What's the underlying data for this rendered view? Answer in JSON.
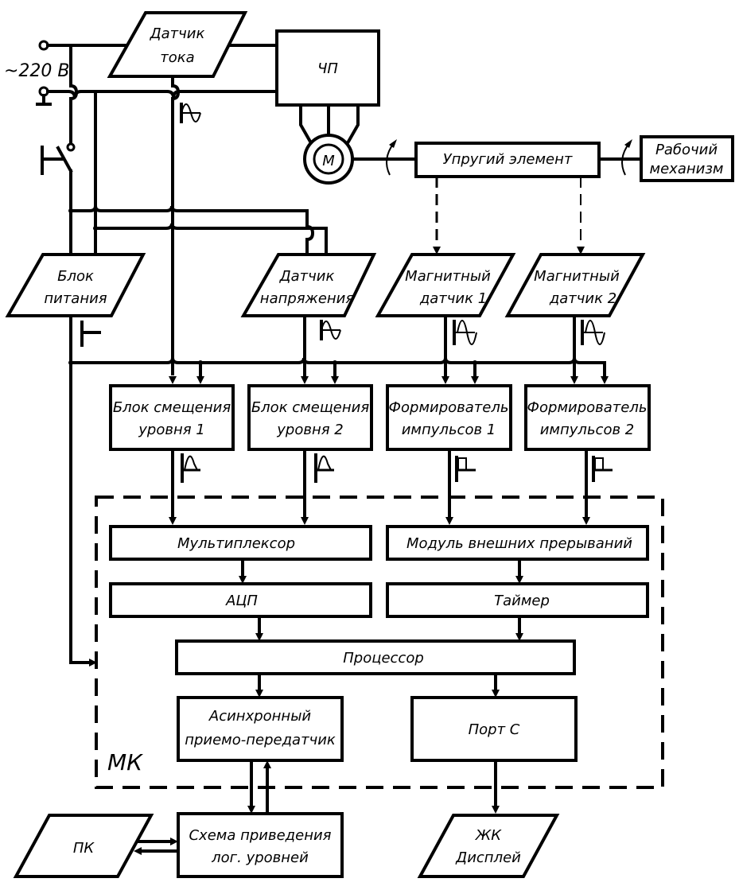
{
  "diagram": {
    "title": "",
    "supply_label": "~220 В",
    "blocks": {
      "current_sensor": [
        "Датчик",
        "тока"
      ],
      "freq_converter": [
        "ЧП"
      ],
      "motor": [
        "М"
      ],
      "elastic_element": [
        "Упругий элемент"
      ],
      "working_mechanism": [
        "Рабочий",
        "механизм"
      ],
      "power_supply": [
        "Блок",
        "питания"
      ],
      "voltage_sensor": [
        "Датчик",
        "напряжения"
      ],
      "magnetic_sensor_1": [
        "Магнитный",
        "датчик 1"
      ],
      "magnetic_sensor_2": [
        "Магнитный",
        "датчик 2"
      ],
      "level_shifter_1": [
        "Блок смещения",
        "уровня 1"
      ],
      "level_shifter_2": [
        "Блок смещения",
        "уровня 2"
      ],
      "pulse_shaper_1": [
        "Формирователь",
        "импульсов 1"
      ],
      "pulse_shaper_2": [
        "Формирователь",
        "импульсов 2"
      ],
      "multiplexer": [
        "Мультиплексор"
      ],
      "ext_interrupts": [
        "Модуль внешних прерываний"
      ],
      "adc": [
        "АЦП"
      ],
      "timer": [
        "Таймер"
      ],
      "processor": [
        "Процессор"
      ],
      "uart": [
        "Асинхронный",
        "приемо-передатчик"
      ],
      "port_c": [
        "Порт С"
      ],
      "level_converter": [
        "Схема приведения",
        "лог. уровней"
      ],
      "pc": [
        "ПК"
      ],
      "lcd": [
        "ЖК",
        "Дисплей"
      ]
    },
    "mcu_label": "МК"
  }
}
